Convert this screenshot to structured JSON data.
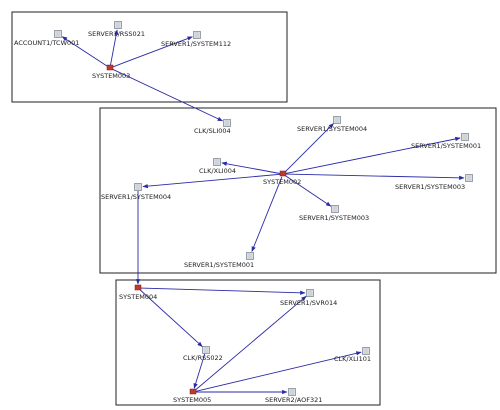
{
  "colors": {
    "edge": "#2a2aa8",
    "system_node": "#c0392b",
    "leaf_node": "#9aa3ad",
    "box": "#222222"
  },
  "icons": {
    "system": "red-square-node-icon",
    "leaf": "grid-box-node-icon"
  },
  "groups": [
    {
      "id": "group-1",
      "members": [
        "system003",
        "account1_tcw001",
        "server1_rss021",
        "server1_system112"
      ]
    },
    {
      "id": "group-2",
      "members": [
        "system002",
        "clk_sli004",
        "clk_xli004",
        "server1_system004_a",
        "server1_system001_a",
        "server1_system003_a",
        "server1_system004_b",
        "server1_system003_b",
        "server1_system001_b"
      ]
    },
    {
      "id": "group-3",
      "members": [
        "system004",
        "server1_svr014",
        "clk_rss022",
        "clk_xli101",
        "system005",
        "server2_aof321"
      ]
    }
  ],
  "nodes": [
    {
      "id": "account1_tcw001",
      "label": "ACCOUNT1/TCW001",
      "kind": "leaf"
    },
    {
      "id": "server1_rss021",
      "label": "SERVER1/RSS021",
      "kind": "leaf"
    },
    {
      "id": "server1_system112",
      "label": "SERVER1/SYSTEM112",
      "kind": "leaf"
    },
    {
      "id": "system003",
      "label": "SYSTEM003",
      "kind": "system"
    },
    {
      "id": "clk_sli004",
      "label": "CLK/SLI004",
      "kind": "leaf"
    },
    {
      "id": "server1_system004_a",
      "label": "SERVER1/SYSTEM004",
      "kind": "leaf"
    },
    {
      "id": "server1_system001_a",
      "label": "SERVER1/SYSTEM001",
      "kind": "leaf"
    },
    {
      "id": "clk_xli004",
      "label": "CLK/XLI004",
      "kind": "leaf"
    },
    {
      "id": "system002",
      "label": "SYSTEM002",
      "kind": "system"
    },
    {
      "id": "server1_system003_a",
      "label": "SERVER1/SYSTEM003",
      "kind": "leaf"
    },
    {
      "id": "server1_system004_b",
      "label": "SERVER1/SYSTEM004",
      "kind": "leaf"
    },
    {
      "id": "server1_system003_b",
      "label": "SERVER1/SYSTEM003",
      "kind": "leaf"
    },
    {
      "id": "server1_system001_b",
      "label": "SERVER1/SYSTEM001",
      "kind": "leaf"
    },
    {
      "id": "system004",
      "label": "SYSTEM004",
      "kind": "system"
    },
    {
      "id": "server1_svr014",
      "label": "SERVER1/SVR014",
      "kind": "leaf"
    },
    {
      "id": "clk_rss022",
      "label": "CLK/RSS022",
      "kind": "leaf"
    },
    {
      "id": "clk_xli101",
      "label": "CLK/XLI101",
      "kind": "leaf"
    },
    {
      "id": "system005",
      "label": "SYSTEM005",
      "kind": "system"
    },
    {
      "id": "server2_aof321",
      "label": "SERVER2/AOF321",
      "kind": "leaf"
    }
  ],
  "edges": [
    [
      "system003",
      "account1_tcw001"
    ],
    [
      "system003",
      "server1_rss021"
    ],
    [
      "system003",
      "server1_system112"
    ],
    [
      "system003",
      "clk_sli004"
    ],
    [
      "system002",
      "server1_system004_a"
    ],
    [
      "system002",
      "server1_system001_a"
    ],
    [
      "system002",
      "clk_xli004"
    ],
    [
      "system002",
      "server1_system003_a"
    ],
    [
      "system002",
      "server1_system004_b"
    ],
    [
      "system002",
      "server1_system003_b"
    ],
    [
      "system002",
      "server1_system001_b"
    ],
    [
      "server1_system004_b",
      "system004"
    ],
    [
      "system004",
      "server1_svr014"
    ],
    [
      "system004",
      "clk_rss022"
    ],
    [
      "clk_rss022",
      "system005"
    ],
    [
      "system005",
      "clk_xli101"
    ],
    [
      "system005",
      "server1_svr014"
    ],
    [
      "system005",
      "server2_aof321"
    ]
  ]
}
